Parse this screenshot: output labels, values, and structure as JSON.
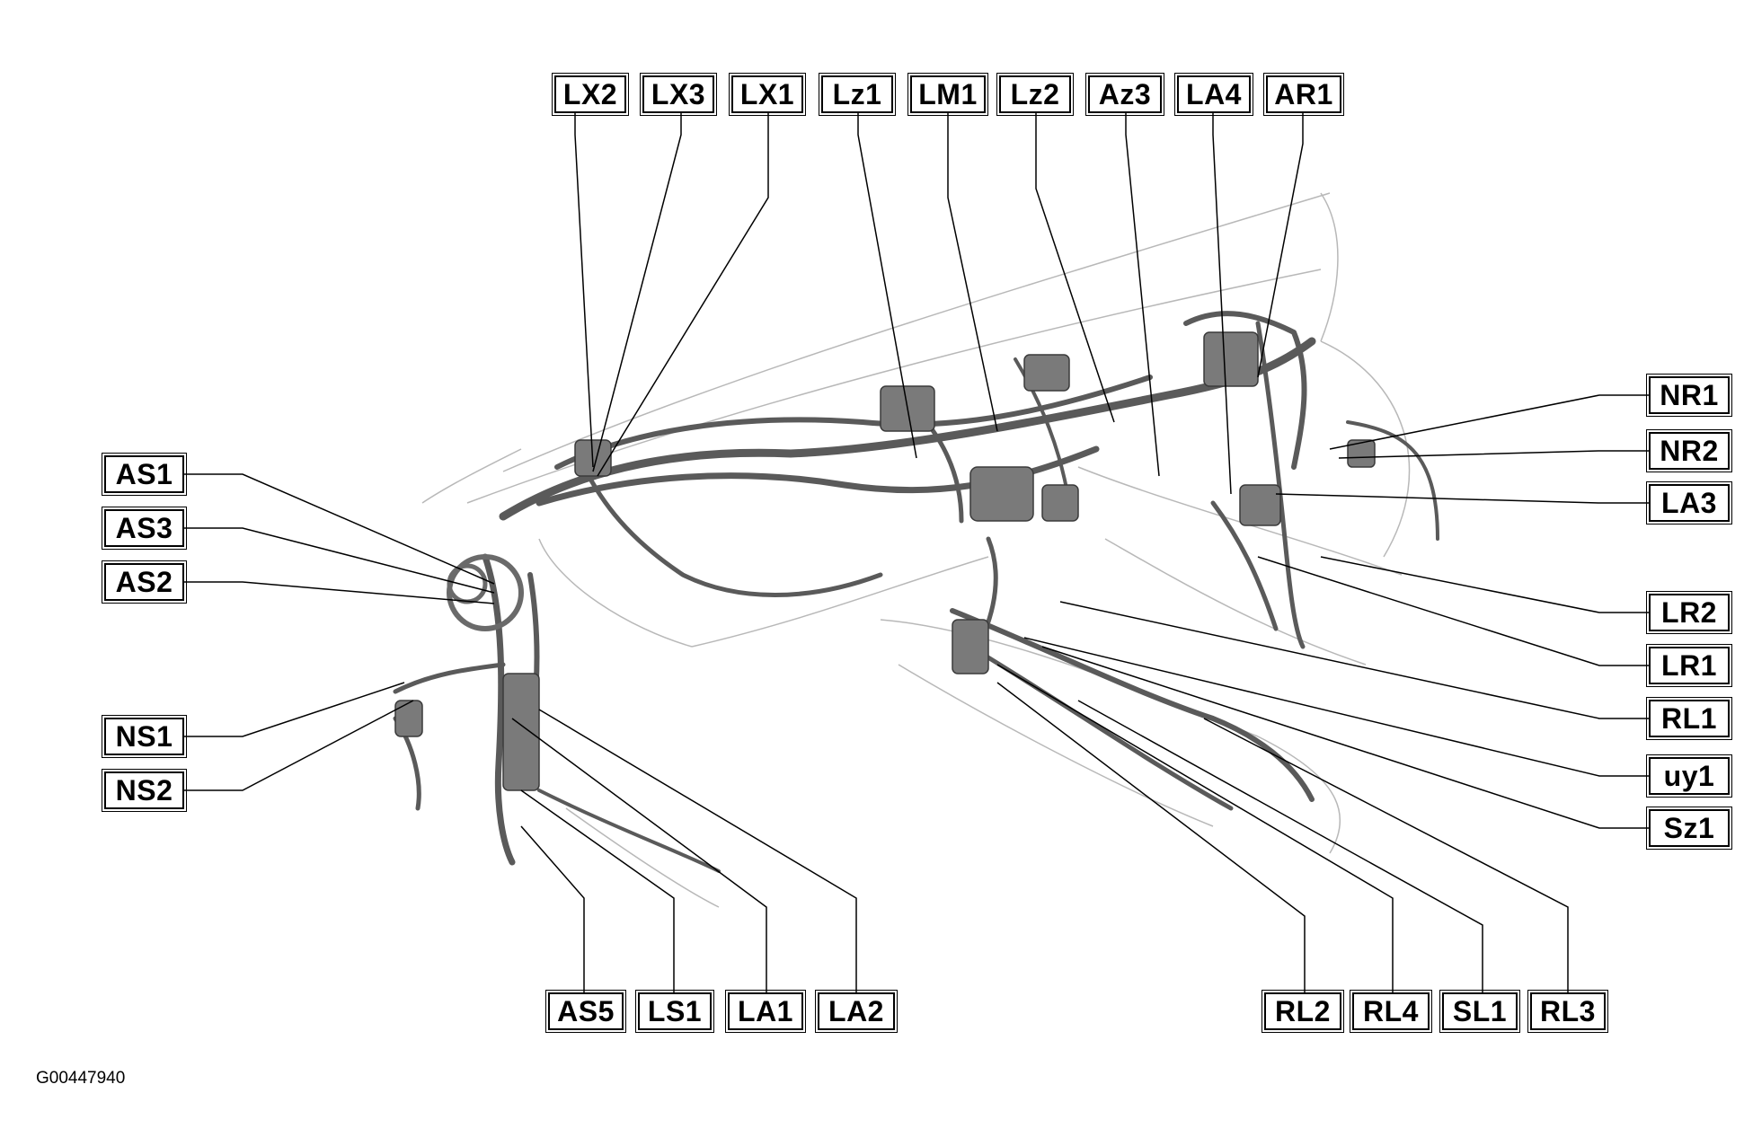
{
  "figure_id": "G00447940",
  "labels": {
    "LX2": "LX2",
    "LX3": "LX3",
    "LX1": "LX1",
    "Lz1": "Lz1",
    "LM1": "LM1",
    "Lz2": "Lz2",
    "Az3": "Az3",
    "LA4": "LA4",
    "AR1": "AR1",
    "AS1": "AS1",
    "AS3": "AS3",
    "AS2": "AS2",
    "NS1": "NS1",
    "NS2": "NS2",
    "NR1": "NR1",
    "NR2": "NR2",
    "LA3": "LA3",
    "LR2": "LR2",
    "LR1": "LR1",
    "RL1": "RL1",
    "uy1": "uy1",
    "Sz1": "Sz1",
    "AS5": "AS5",
    "LS1": "LS1",
    "LA1": "LA1",
    "LA2": "LA2",
    "RL2": "RL2",
    "RL4": "RL4",
    "SL1": "SL1",
    "RL3": "RL3"
  },
  "colors": {
    "line": "#000000",
    "harness": "#5a5a5a",
    "body_outline": "#b8b8b8"
  }
}
